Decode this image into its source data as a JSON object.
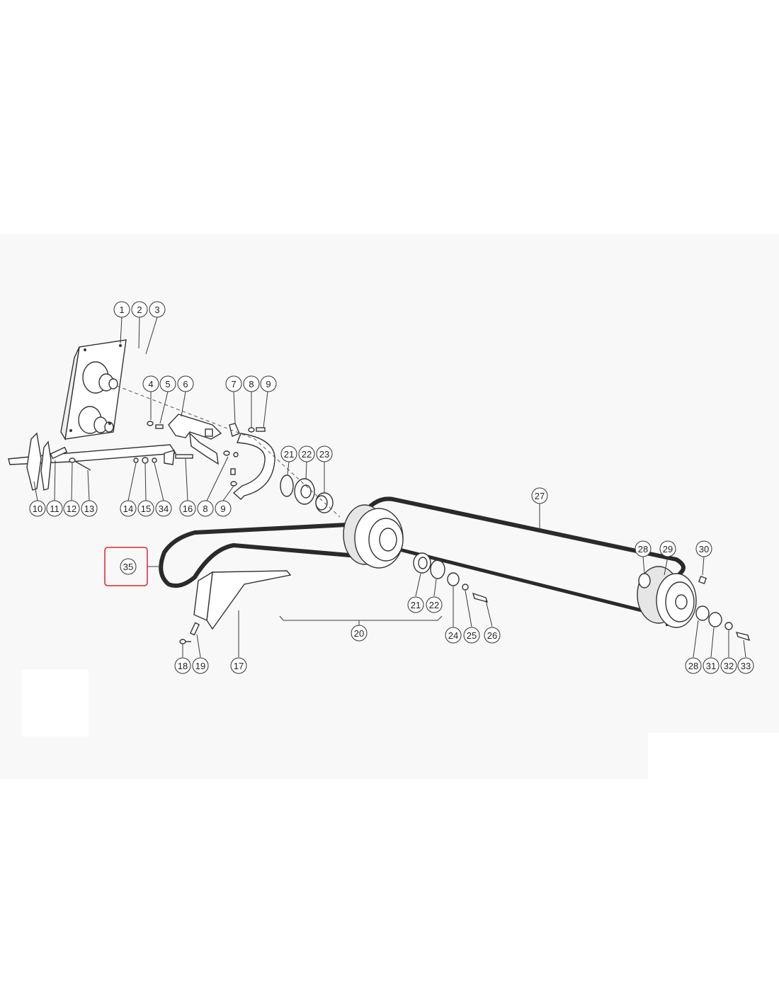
{
  "colors": {
    "background": "#f8f8f8",
    "line": "#333333",
    "highlight": "#d9272e"
  },
  "diagram": {
    "highlighted_part": "35",
    "callouts": [
      {
        "label": "1"
      },
      {
        "label": "2"
      },
      {
        "label": "3"
      },
      {
        "label": "4"
      },
      {
        "label": "5"
      },
      {
        "label": "6"
      },
      {
        "label": "7"
      },
      {
        "label": "8"
      },
      {
        "label": "9"
      },
      {
        "label": "10"
      },
      {
        "label": "11"
      },
      {
        "label": "12"
      },
      {
        "label": "13"
      },
      {
        "label": "14"
      },
      {
        "label": "15"
      },
      {
        "label": "34"
      },
      {
        "label": "16"
      },
      {
        "label": "8"
      },
      {
        "label": "9"
      },
      {
        "label": "21"
      },
      {
        "label": "22"
      },
      {
        "label": "23"
      },
      {
        "label": "27"
      },
      {
        "label": "35"
      },
      {
        "label": "28"
      },
      {
        "label": "29"
      },
      {
        "label": "30"
      },
      {
        "label": "21"
      },
      {
        "label": "22"
      },
      {
        "label": "24"
      },
      {
        "label": "25"
      },
      {
        "label": "26"
      },
      {
        "label": "20"
      },
      {
        "label": "18"
      },
      {
        "label": "19"
      },
      {
        "label": "17"
      },
      {
        "label": "28"
      },
      {
        "label": "31"
      },
      {
        "label": "32"
      },
      {
        "label": "33"
      }
    ]
  }
}
